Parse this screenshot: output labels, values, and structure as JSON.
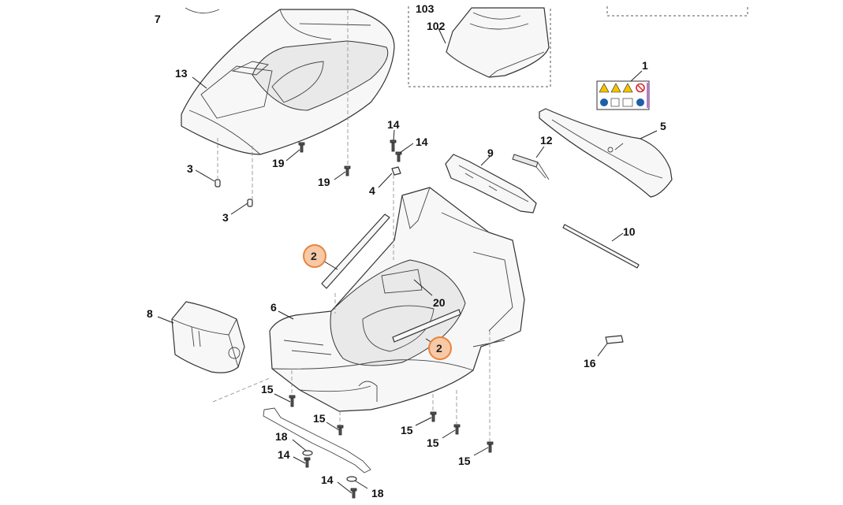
{
  "diagram": {
    "labels": [
      {
        "id": "l7",
        "text": "7"
      },
      {
        "id": "l103",
        "text": "103"
      },
      {
        "id": "l102",
        "text": "102"
      },
      {
        "id": "l1",
        "text": "1"
      },
      {
        "id": "l13",
        "text": "13"
      },
      {
        "id": "l14a",
        "text": "14"
      },
      {
        "id": "l14b",
        "text": "14"
      },
      {
        "id": "l5",
        "text": "5"
      },
      {
        "id": "l3a",
        "text": "3"
      },
      {
        "id": "l19a",
        "text": "19"
      },
      {
        "id": "l19b",
        "text": "19"
      },
      {
        "id": "l9",
        "text": "9"
      },
      {
        "id": "l12",
        "text": "12"
      },
      {
        "id": "l4",
        "text": "4"
      },
      {
        "id": "l3b",
        "text": "3"
      },
      {
        "id": "l10",
        "text": "10"
      },
      {
        "id": "l20",
        "text": "20"
      },
      {
        "id": "l8",
        "text": "8"
      },
      {
        "id": "l6",
        "text": "6"
      },
      {
        "id": "l16",
        "text": "16"
      },
      {
        "id": "l15a",
        "text": "15"
      },
      {
        "id": "l15b",
        "text": "15"
      },
      {
        "id": "l15c",
        "text": "15"
      },
      {
        "id": "l15d",
        "text": "15"
      },
      {
        "id": "l15e",
        "text": "15"
      },
      {
        "id": "l18a",
        "text": "18"
      },
      {
        "id": "l14c",
        "text": "14"
      },
      {
        "id": "l14d",
        "text": "14"
      },
      {
        "id": "l18b",
        "text": "18"
      }
    ],
    "highlighted": [
      {
        "id": "h2a",
        "text": "2"
      },
      {
        "id": "h2b",
        "text": "2"
      }
    ],
    "colors": {
      "highlight_fill": "#f7c9a6",
      "highlight_stroke": "#e8843c",
      "warning_yellow": "#f2c500",
      "prohibit_red": "#d9262b",
      "mandatory_blue": "#1f5fa8"
    }
  }
}
